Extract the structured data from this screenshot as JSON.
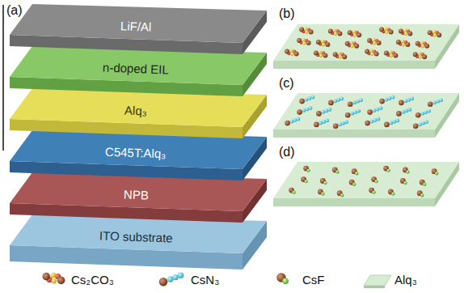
{
  "diagram": {
    "nodes": [
      {
        "text": [
          "LiF/Al"
        ]
      },
      {
        "text": [
          "n-doped EIL"
        ]
      },
      {
        "text": [
          "Alq₃"
        ]
      },
      {
        "text": [
          "C545T:Alq₃"
        ]
      },
      {
        "text": [
          "NPB"
        ]
      },
      {
        "text": [
          "ITO substrate"
        ]
      }
    ],
    "labels": [
      "(a)",
      "(b)",
      "(c)",
      "(d)"
    ],
    "legend": [
      {
        "text": "Cs₂CO₃"
      },
      {
        "text": "CsN₃"
      },
      {
        "text": "CsF"
      },
      {
        "text": "Alq₃",
        "color": "#d8ecd4"
      }
    ]
  }
}
